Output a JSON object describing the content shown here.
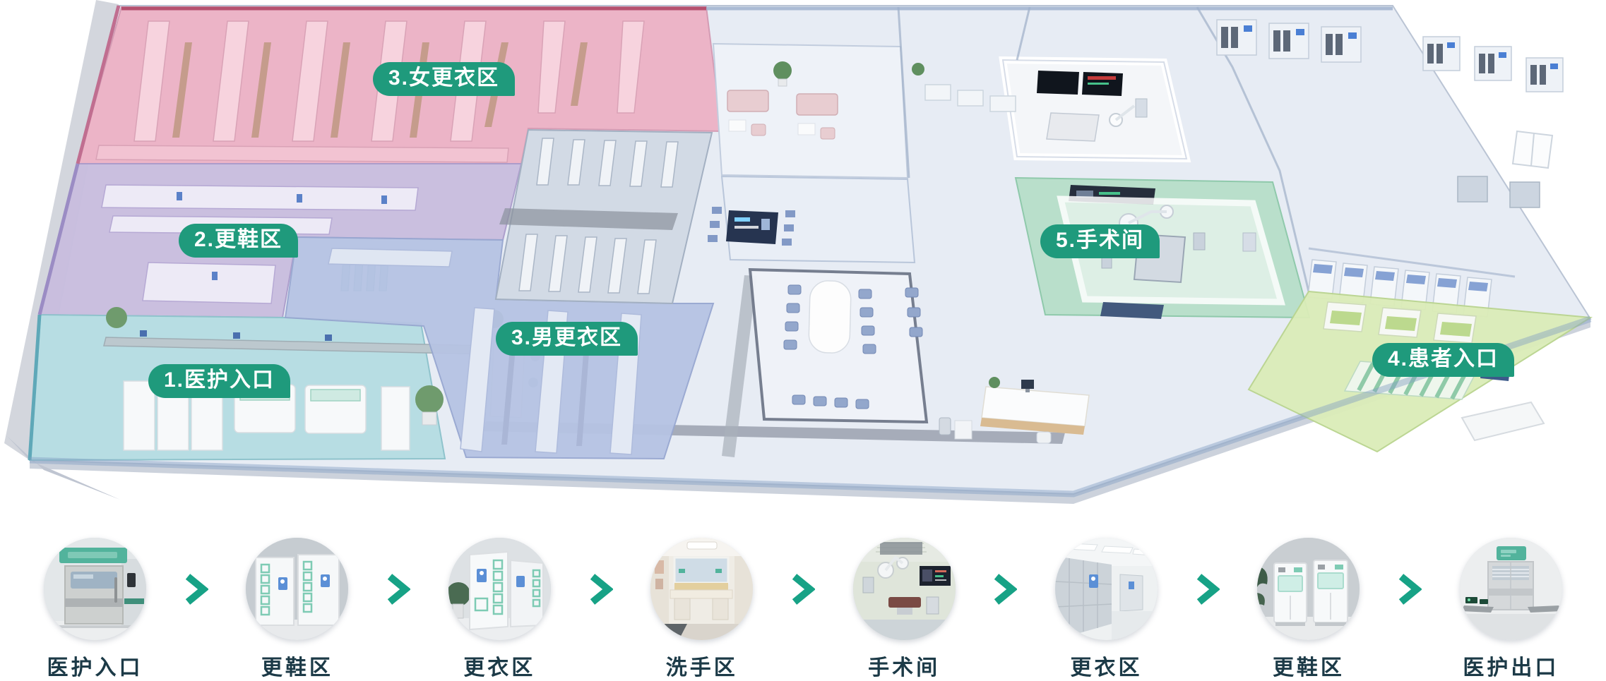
{
  "colors": {
    "pill_green": "#1f9a7c",
    "arrow_teal": "#17a286",
    "label_dark": "#1c3a47",
    "zone_pink": "#ecb4c7",
    "zone_purple": "#c9bedf",
    "zone_teal": "#b7dde3",
    "zone_blue": "#b6c3e3",
    "zone_green": "#b9dfcb",
    "zone_yellow_green": "#dbecb8"
  },
  "icons": {
    "workflow_arrow": "chevron-right-icon"
  },
  "floor_plan": {
    "zone_labels": [
      {
        "id": "staff-entrance",
        "text": "1.医护入口"
      },
      {
        "id": "shoe-change",
        "text": "2.更鞋区"
      },
      {
        "id": "women-changing",
        "text": "3.女更衣区"
      },
      {
        "id": "men-changing",
        "text": "3.男更衣区"
      },
      {
        "id": "patient-entrance",
        "text": "4.患者入口"
      },
      {
        "id": "operating-room",
        "text": "5.手术间"
      }
    ]
  },
  "workflow": {
    "steps": [
      {
        "label": "医护入口",
        "illustration": "staff-entrance-door"
      },
      {
        "label": "更鞋区",
        "illustration": "shoe-lockers"
      },
      {
        "label": "更衣区",
        "illustration": "clothes-lockers"
      },
      {
        "label": "洗手区",
        "illustration": "scrub-sinks"
      },
      {
        "label": "手术间",
        "illustration": "operating-room"
      },
      {
        "label": "更衣区",
        "illustration": "locker-corridor"
      },
      {
        "label": "更鞋区",
        "illustration": "shoe-cabinets"
      },
      {
        "label": "医护出口",
        "illustration": "staff-exit-door"
      }
    ]
  }
}
